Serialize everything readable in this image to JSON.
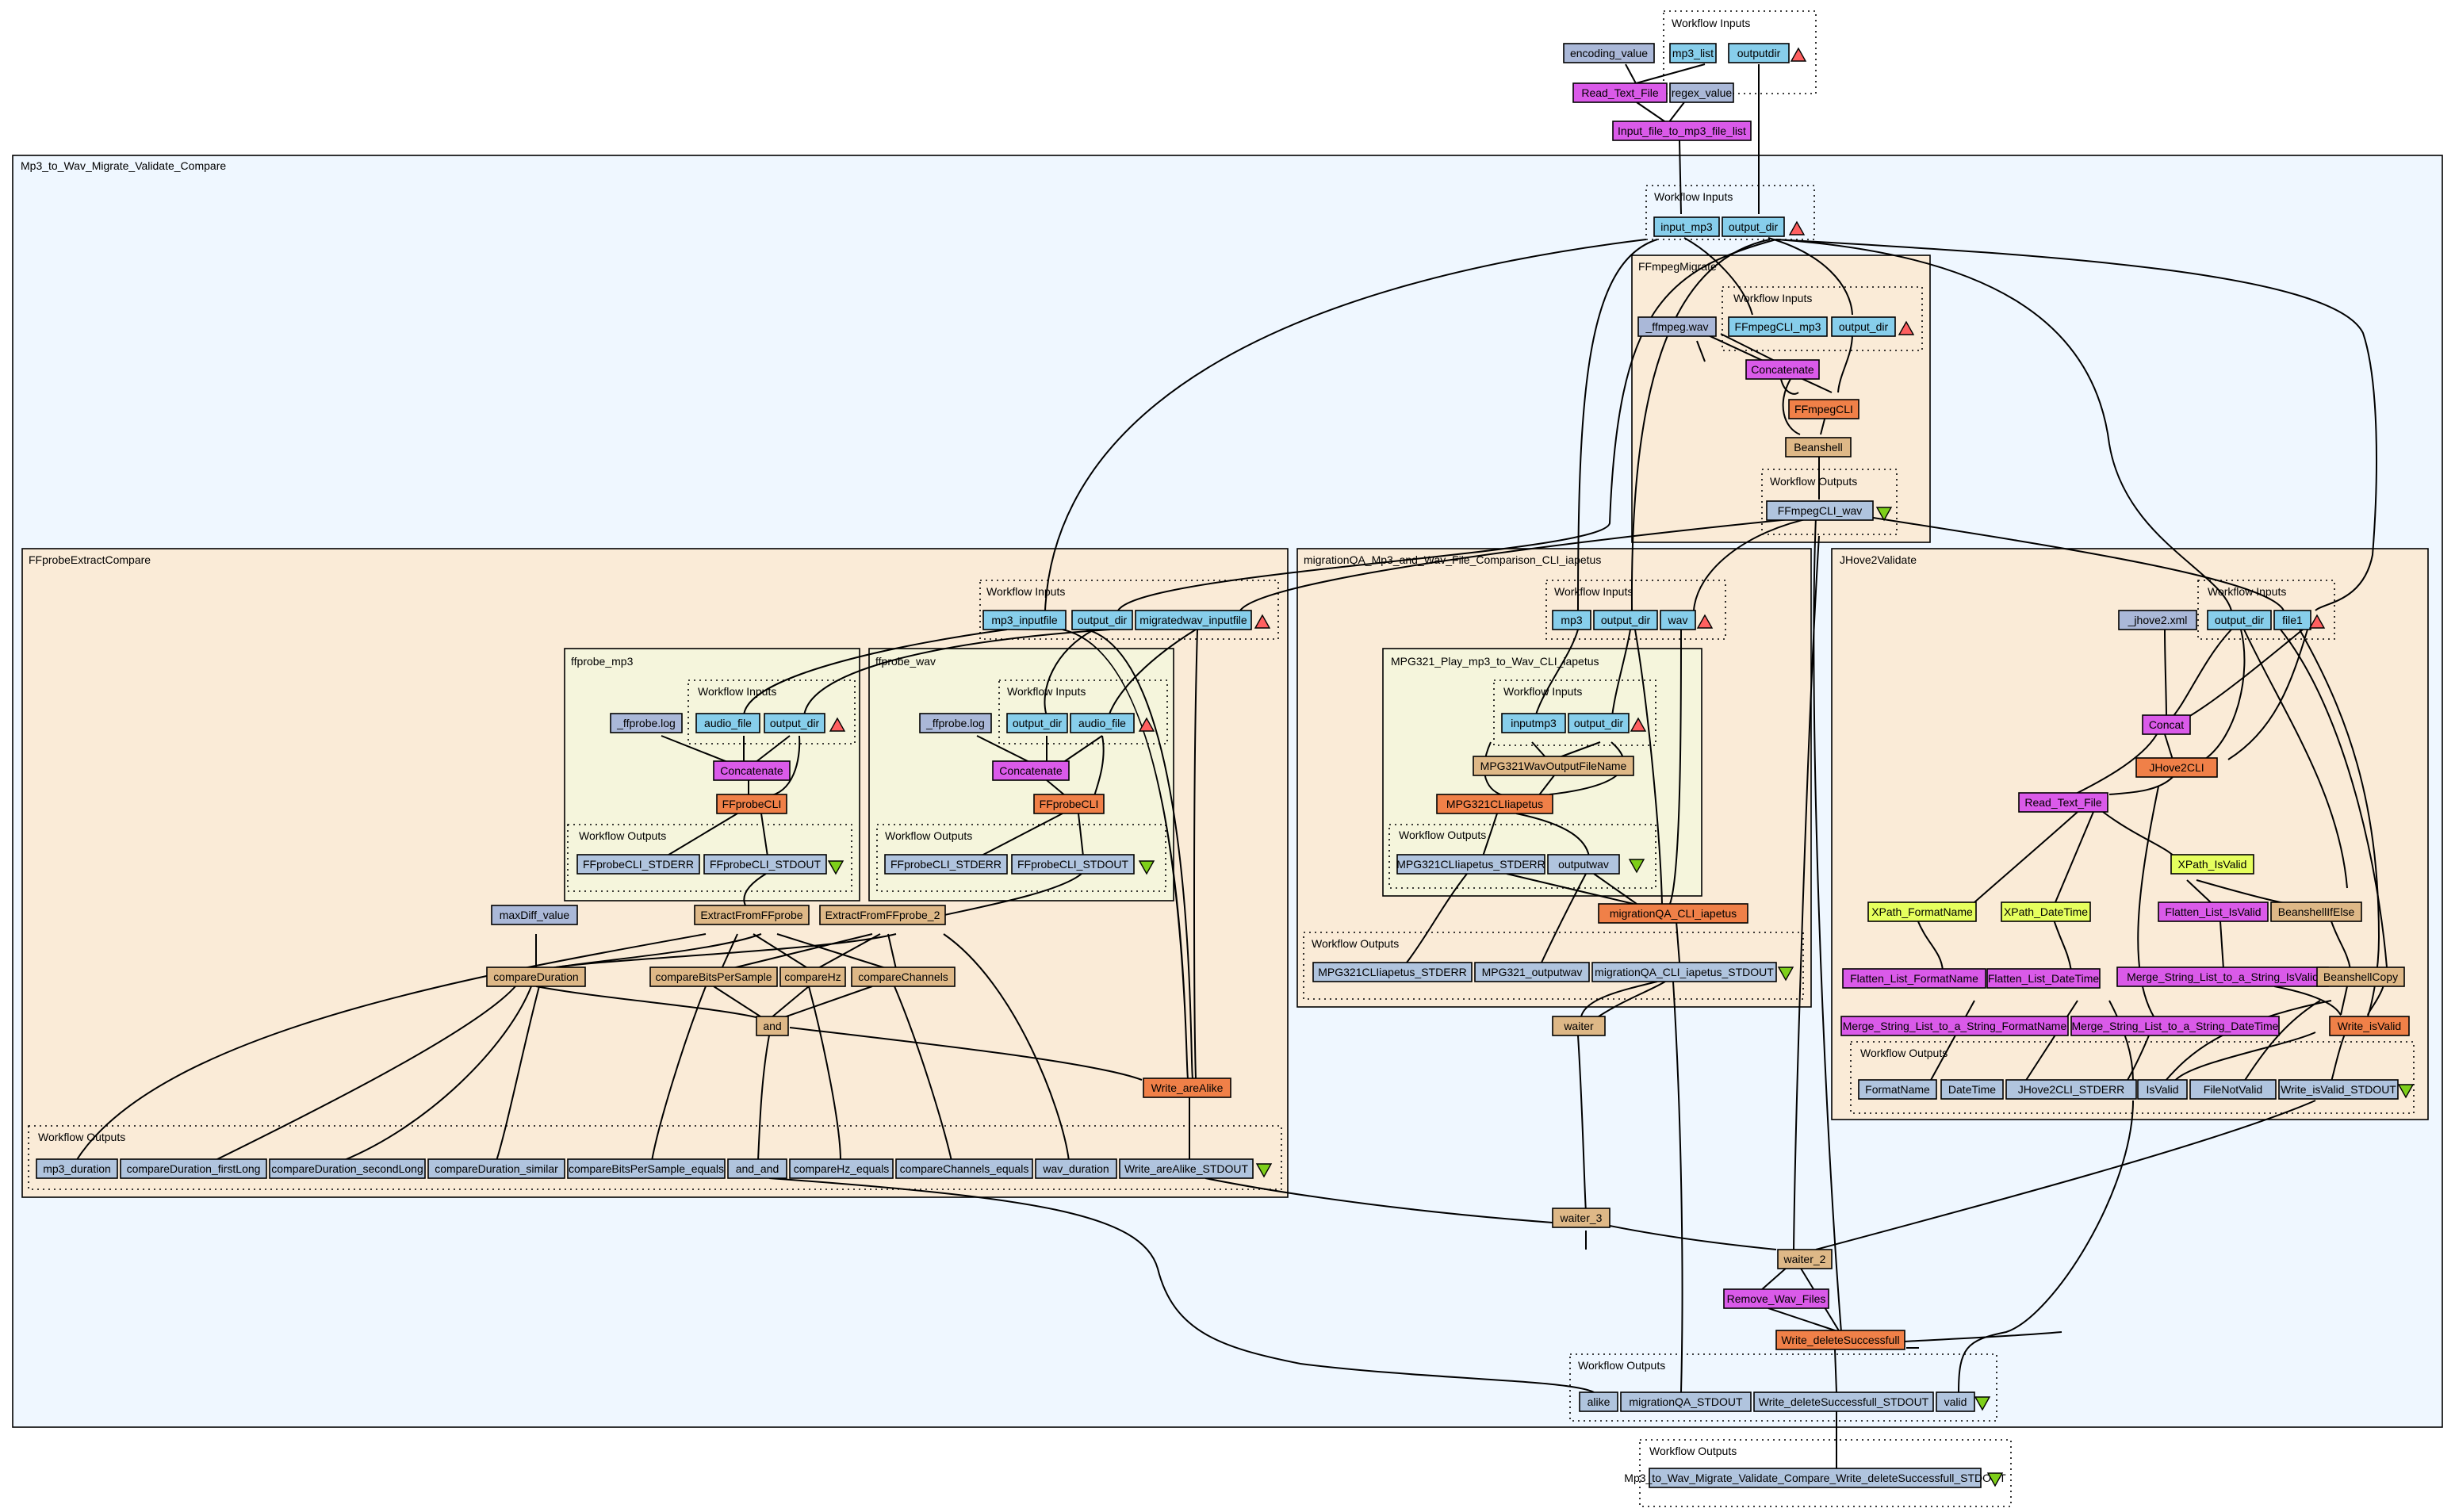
{
  "colors": {
    "input": "#87ceeb",
    "output": "#b0c4de",
    "constant": "#aab8d8",
    "beanshell": "#deb887",
    "local": "#da5ae9",
    "tool": "#f08048",
    "xpath": "#e6ff5e",
    "canvas": "#eff7ff",
    "sub": "#faebd7",
    "subsub": "#f5f5dc",
    "in_triangle": "#ff6060",
    "out_triangle": "#7ecf1a"
  },
  "clusters": [
    {
      "id": "main",
      "label": "Mp3_to_Wav_Migrate_Validate_Compare"
    },
    {
      "id": "ffm",
      "label": "FFmpegMigrate"
    },
    {
      "id": "fpe",
      "label": "FFprobeExtractCompare"
    },
    {
      "id": "fpm",
      "label": "ffprobe_mp3"
    },
    {
      "id": "fpw",
      "label": "ffprobe_wav"
    },
    {
      "id": "mqa",
      "label": "migrationQA_Mp3_and_Wav_File_Comparison_CLI_iapetus"
    },
    {
      "id": "mpg",
      "label": "MPG321_Play_mp3_to_Wav_CLI_iapetus"
    },
    {
      "id": "jhv",
      "label": "JHove2Validate"
    }
  ],
  "port_groups": {
    "inputs_label": "Workflow Inputs",
    "outputs_label": "Workflow Outputs"
  },
  "nodes": {
    "top_mp3list": "mp3_list",
    "top_outputdir": "outputdir",
    "top_encoding": "encoding_value",
    "top_readtext": "Read_Text_File",
    "top_regex": "regex_value",
    "top_inputfile": "Input_file_to_mp3_file_list",
    "m_input_mp3": "input_mp3",
    "m_output_dir": "output_dir",
    "f_mp3": "FFmpegCLI_mp3",
    "f_outdir": "output_dir",
    "f_ffwav": "_ffmpeg.wav",
    "f_concat": "Concatenate",
    "f_cli": "FFmpegCLI",
    "f_bean": "Beanshell",
    "f_outwav": "FFmpegCLI_wav",
    "p_mp3in": "mp3_inputfile",
    "p_outdir": "output_dir",
    "p_wavin": "migratedwav_inputfile",
    "a_audio": "audio_file",
    "a_outdir": "output_dir",
    "a_log": "_ffprobe.log",
    "a_concat": "Concatenate",
    "a_cli": "FFprobeCLI",
    "a_stderr": "FFprobeCLI_STDERR",
    "a_stdout": "FFprobeCLI_STDOUT",
    "b_outdir": "output_dir",
    "b_audio": "audio_file",
    "b_log": "_ffprobe.log",
    "b_concat": "Concatenate",
    "b_cli": "FFprobeCLI",
    "b_stderr": "FFprobeCLI_STDERR",
    "b_stdout": "FFprobeCLI_STDOUT",
    "p_maxdiff": "maxDiff_value",
    "p_ext1": "ExtractFromFFprobe",
    "p_ext2": "ExtractFromFFprobe_2",
    "p_cdur": "compareDuration",
    "p_cbps": "compareBitsPerSample",
    "p_chz": "compareHz",
    "p_cch": "compareChannels",
    "p_and": "and",
    "p_write": "Write_areAlike",
    "po_mp3dur": "mp3_duration",
    "po_cdfirst": "compareDuration_firstLong",
    "po_cdsecond": "compareDuration_secondLong",
    "po_cdsim": "compareDuration_similar",
    "po_cbps": "compareBitsPerSample_equals",
    "po_and": "and_and",
    "po_chz": "compareHz_equals",
    "po_cch": "compareChannels_equals",
    "po_wavdur": "wav_duration",
    "po_write": "Write_areAlike_STDOUT",
    "q_mp3": "mp3",
    "q_outdir": "output_dir",
    "q_wav": "wav",
    "g_inmp3": "inputmp3",
    "g_outdir": "output_dir",
    "g_outname": "MPG321WavOutputFileName",
    "g_cli": "MPG321CLIiapetus",
    "g_stderr": "MPG321CLIiapetus_STDERR",
    "g_outwav": "outputwav",
    "q_cli": "migrationQA_CLI_iapetus",
    "qo_stderr": "MPG321CLIiapetus_STDERR",
    "qo_outwav": "MPG321_outputwav",
    "qo_stdout": "migrationQA_CLI_iapetus_STDOUT",
    "m_waiter": "waiter",
    "j_outdir": "output_dir",
    "j_file1": "file1",
    "j_xml": "_jhove2.xml",
    "j_concat": "Concat",
    "j_cli": "JHove2CLI",
    "j_read": "Read_Text_File",
    "j_xvalid": "XPath_IsValid",
    "j_xfmt": "XPath_FormatName",
    "j_xdt": "XPath_DateTime",
    "j_flvalid": "Flatten_List_IsValid",
    "j_beanif": "BeanshellIfElse",
    "j_flfmt": "Flatten_List_FormatName",
    "j_fldt": "Flatten_List_DateTime",
    "j_mvalid": "Merge_String_List_to_a_String_IsValid",
    "j_bcopy": "BeanshellCopy",
    "j_mfmt": "Merge_String_List_to_a_String_FormatName",
    "j_mdt": "Merge_String_List_to_a_String_DateTime",
    "j_write": "Write_isValid",
    "jo_fmt": "FormatName",
    "jo_dt": "DateTime",
    "jo_stderr": "JHove2CLI_STDERR",
    "jo_valid": "IsValid",
    "jo_notvalid": "FileNotValid",
    "jo_stdout": "Write_isValid_STDOUT",
    "m_waiter3": "waiter_3",
    "m_waiter2": "waiter_2",
    "m_remove": "Remove_Wav_Files",
    "m_writedel": "Write_deleteSuccessfull",
    "mo_alike": "alike",
    "mo_mqa": "migrationQA_STDOUT",
    "mo_wds": "Write_deleteSuccessfull_STDOUT",
    "mo_valid": "valid",
    "top_out": "Mp3_to_Wav_Migrate_Validate_Compare_Write_deleteSuccessfull_STDOUT"
  }
}
